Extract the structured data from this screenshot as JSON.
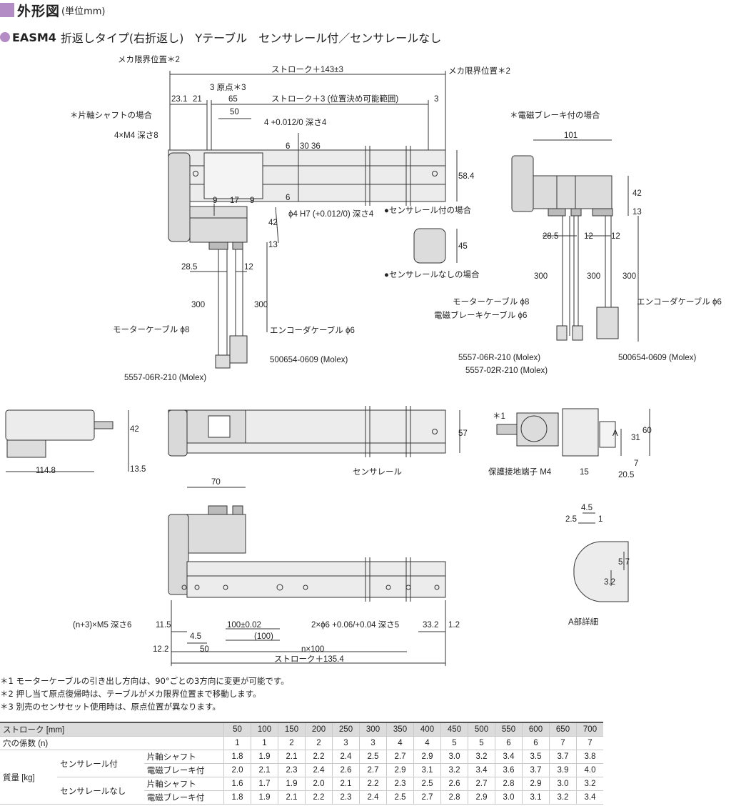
{
  "header": {
    "title": "外形図",
    "unit": "(単位mm)"
  },
  "subtitle": {
    "model": "EASM4",
    "desc": "折返しタイプ(右折返し)　Yテーブル　センサレール付／センサレールなし"
  },
  "labels": {
    "mecha1": "メカ限界位置＊2",
    "mecha2": "メカ限界位置＊2",
    "stroke143": "ストローク＋143±3",
    "origin": "3 原点＊3",
    "strokePos": "ストローク＋3 (位置決め可能範囲)",
    "d231": "23.1",
    "d21": "21",
    "d65": "65",
    "d3": "3",
    "d50": "50",
    "depth4": "4 +0.012/0  深さ4",
    "single": "＊片軸シャフトの場合",
    "m4": "4×M4 深さ8",
    "d6a": "6",
    "d30": "30",
    "d36": "36",
    "d584": "58.4",
    "d6b": "6",
    "d9a": "9",
    "d17": "17",
    "d9b": "9",
    "phi4": "ϕ4 H7 (+0.012/0) 深さ4",
    "d42a": "42",
    "d13a": "13",
    "d285a": "28.5",
    "d12a": "12",
    "d300a": "300",
    "d300b": "300",
    "motorCable": "モーターケーブル ϕ8",
    "encCable": "エンコーダケーブル ϕ6",
    "conn1": "500654-0609 (Molex)",
    "conn2": "5557-06R-210 (Molex)",
    "withRail": "●センサレール付の場合",
    "d45": "45",
    "noRail": "●センサレールなしの場合",
    "brake": "＊電磁ブレーキ付の場合",
    "d101": "101",
    "d42b": "42",
    "d13b": "13",
    "d285b": "28.5",
    "d12b": "12",
    "d12c": "12",
    "d300c": "300",
    "d300d": "300",
    "d300e": "300",
    "motorCable2": "モーターケーブル ϕ8",
    "brakeCable": "電磁ブレーキケーブル ϕ6",
    "encCable2": "エンコーダケーブル ϕ6",
    "conn3": "5557-06R-210 (Molex)",
    "conn4": "5557-02R-210 (Molex)",
    "conn5": "500654-0609 (Molex)",
    "d42c": "42",
    "d135": "13.5",
    "d1148": "114.8",
    "d57": "57",
    "sensorRail": "センサレール",
    "star1": "＊1",
    "ground": "保護接地端子 M4",
    "d15": "15",
    "d205": "20.5",
    "d7": "7",
    "d31": "31",
    "d60": "60",
    "markA": "A",
    "d70": "70",
    "m5": "(n+3)×M5 深さ6",
    "d115": "11.5",
    "d100tol": "100±0.02",
    "d100p": "(100)",
    "phi6": "2×ϕ6 +0.06/+0.04 深さ5",
    "d332": "33.2",
    "d12": "1.2",
    "d45b": "4.5",
    "d122": "12.2",
    "d50b": "50",
    "n100": "n×100",
    "stroke1354": "ストローク＋135.4",
    "d45c": "4.5",
    "d25": "2.5",
    "d1": "1",
    "d57b": "5.7",
    "d32": "3.2",
    "detailA": "A部詳細"
  },
  "notes": [
    "＊1 モーターケーブルの引き出し方向は、90°ごとの3方向に変更が可能です。",
    "＊2 押し当て原点復帰時は、テーブルがメカ限界位置まで移動します。",
    "＊3 別売のセンサセット使用時は、原点位置が異なります。"
  ],
  "table": {
    "strokeLabel": "ストローク [mm]",
    "strokes": [
      "50",
      "100",
      "150",
      "200",
      "250",
      "300",
      "350",
      "400",
      "450",
      "500",
      "550",
      "600",
      "650",
      "700"
    ],
    "holeLabel": "穴の係数 (n)",
    "holes": [
      "1",
      "1",
      "2",
      "2",
      "3",
      "3",
      "4",
      "4",
      "5",
      "5",
      "6",
      "6",
      "7",
      "7"
    ],
    "massLabel": "質量 [kg]",
    "groups": [
      {
        "name": "センサレール付",
        "rows": [
          {
            "label": "片軸シャフト",
            "values": [
              "1.8",
              "1.9",
              "2.1",
              "2.2",
              "2.4",
              "2.5",
              "2.7",
              "2.9",
              "3.0",
              "3.2",
              "3.4",
              "3.5",
              "3.7",
              "3.8"
            ]
          },
          {
            "label": "電磁ブレーキ付",
            "values": [
              "2.0",
              "2.1",
              "2.3",
              "2.4",
              "2.6",
              "2.7",
              "2.9",
              "3.1",
              "3.2",
              "3.4",
              "3.6",
              "3.7",
              "3.9",
              "4.0"
            ]
          }
        ]
      },
      {
        "name": "センサレールなし",
        "rows": [
          {
            "label": "片軸シャフト",
            "values": [
              "1.6",
              "1.7",
              "1.9",
              "2.0",
              "2.1",
              "2.2",
              "2.3",
              "2.5",
              "2.6",
              "2.7",
              "2.8",
              "2.9",
              "3.0",
              "3.2"
            ]
          },
          {
            "label": "電磁ブレーキ付",
            "values": [
              "1.8",
              "1.9",
              "2.1",
              "2.2",
              "2.3",
              "2.4",
              "2.5",
              "2.7",
              "2.8",
              "2.9",
              "3.0",
              "3.1",
              "3.2",
              "3.4"
            ]
          }
        ]
      }
    ]
  }
}
